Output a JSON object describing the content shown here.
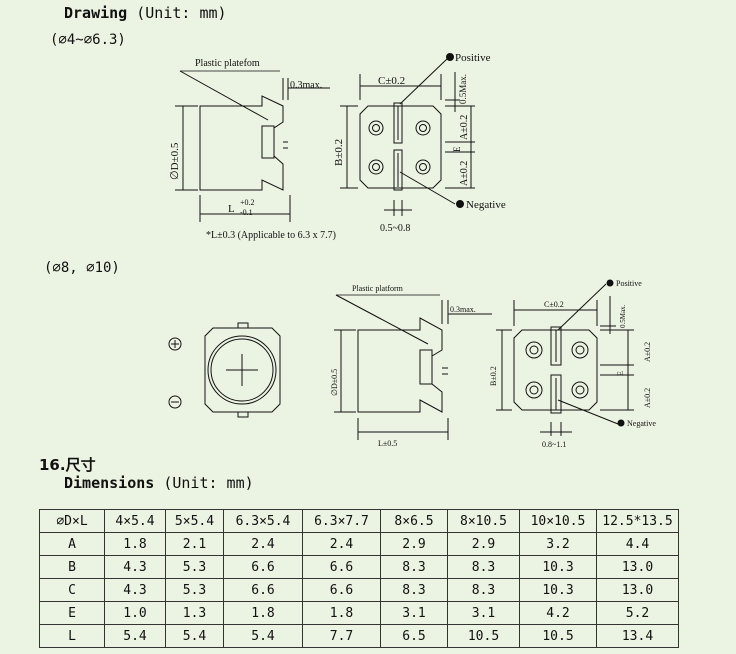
{
  "drawing_heading": {
    "title": "Drawing",
    "unit": "(Unit: mm)"
  },
  "group_small": {
    "label": "(∅4~∅6.3)",
    "plastic_label": "Plastic platefom",
    "max_label": "0.3max.",
    "diam_label": "∅D±0.5",
    "length_label": "L",
    "length_tol_plus": "+0.2",
    "length_tol_minus": "-0.1",
    "note": "*L±0.3 (Applicable to 6.3 x 7.7)",
    "c_label": "C±0.2",
    "b_label": "B±0.2",
    "a_label": "A±0.2",
    "e_label": "E",
    "maxv_label": "0.5Max.",
    "positive": "Positive",
    "negative": "Negative",
    "gap_label": "0.5~0.8"
  },
  "group_large": {
    "label": "(∅8, ∅10)",
    "plastic_label": "Plastic platform",
    "max_label": "0.3max.",
    "diam_label": "∅D±0.5",
    "length_label": "L±0.5",
    "c_label": "C±0.2",
    "b_label": "B±0.2",
    "a_label": "A±0.2",
    "e_label": "E",
    "maxv_label": "0.5Max.",
    "positive": "Positive",
    "negative": "Negative",
    "gap_label": "0.8~1.1"
  },
  "section_title": "16.尺寸",
  "dimensions_heading": {
    "title": "Dimensions",
    "unit": "(Unit: mm)"
  },
  "table": {
    "headers": [
      "∅D×L",
      "4×5.4",
      "5×5.4",
      "6.3×5.4",
      "6.3×7.7",
      "8×6.5",
      "8×10.5",
      "10×10.5",
      "12.5*13.5"
    ],
    "rows": [
      [
        "A",
        "1.8",
        "2.1",
        "2.4",
        "2.4",
        "2.9",
        "2.9",
        "3.2",
        "4.4"
      ],
      [
        "B",
        "4.3",
        "5.3",
        "6.6",
        "6.6",
        "8.3",
        "8.3",
        "10.3",
        "13.0"
      ],
      [
        "C",
        "4.3",
        "5.3",
        "6.6",
        "6.6",
        "8.3",
        "8.3",
        "10.3",
        "13.0"
      ],
      [
        "E",
        "1.0",
        "1.3",
        "1.8",
        "1.8",
        "3.1",
        "3.1",
        "4.2",
        "5.2"
      ],
      [
        "L",
        "5.4",
        "5.4",
        "5.4",
        "7.7",
        "6.5",
        "10.5",
        "10.5",
        "13.4"
      ]
    ]
  }
}
